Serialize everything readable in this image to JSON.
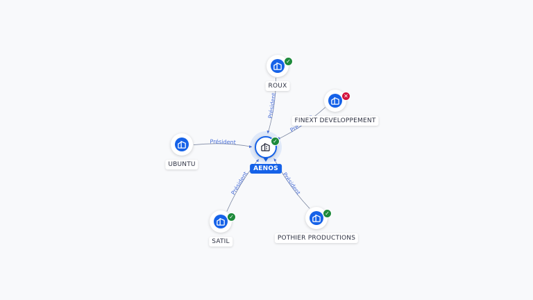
{
  "graph": {
    "center": {
      "name": "AENOS",
      "status": "ok",
      "icon": "building-icon"
    },
    "nodes": [
      {
        "id": "roux",
        "name": "ROUX",
        "status": "ok",
        "relation": "Président"
      },
      {
        "id": "finext",
        "name": "FINEXT DEVELOPPEMENT",
        "status": "ko",
        "relation": "Président"
      },
      {
        "id": "ubuntu",
        "name": "UBUNTU",
        "status": "ok",
        "relation": "Président"
      },
      {
        "id": "satil",
        "name": "SATIL",
        "status": "ok",
        "relation": "Président"
      },
      {
        "id": "pothier",
        "name": "POTHIER PRODUCTIONS",
        "status": "ok",
        "relation": "Président"
      }
    ]
  },
  "colors": {
    "accent": "#1662e8",
    "ok": "#1e8a3b",
    "ko": "#d3123c",
    "edge": "#4a6fd8"
  },
  "icons": {
    "ok": "check-icon",
    "ko": "cross-icon",
    "company": "building-icon"
  }
}
